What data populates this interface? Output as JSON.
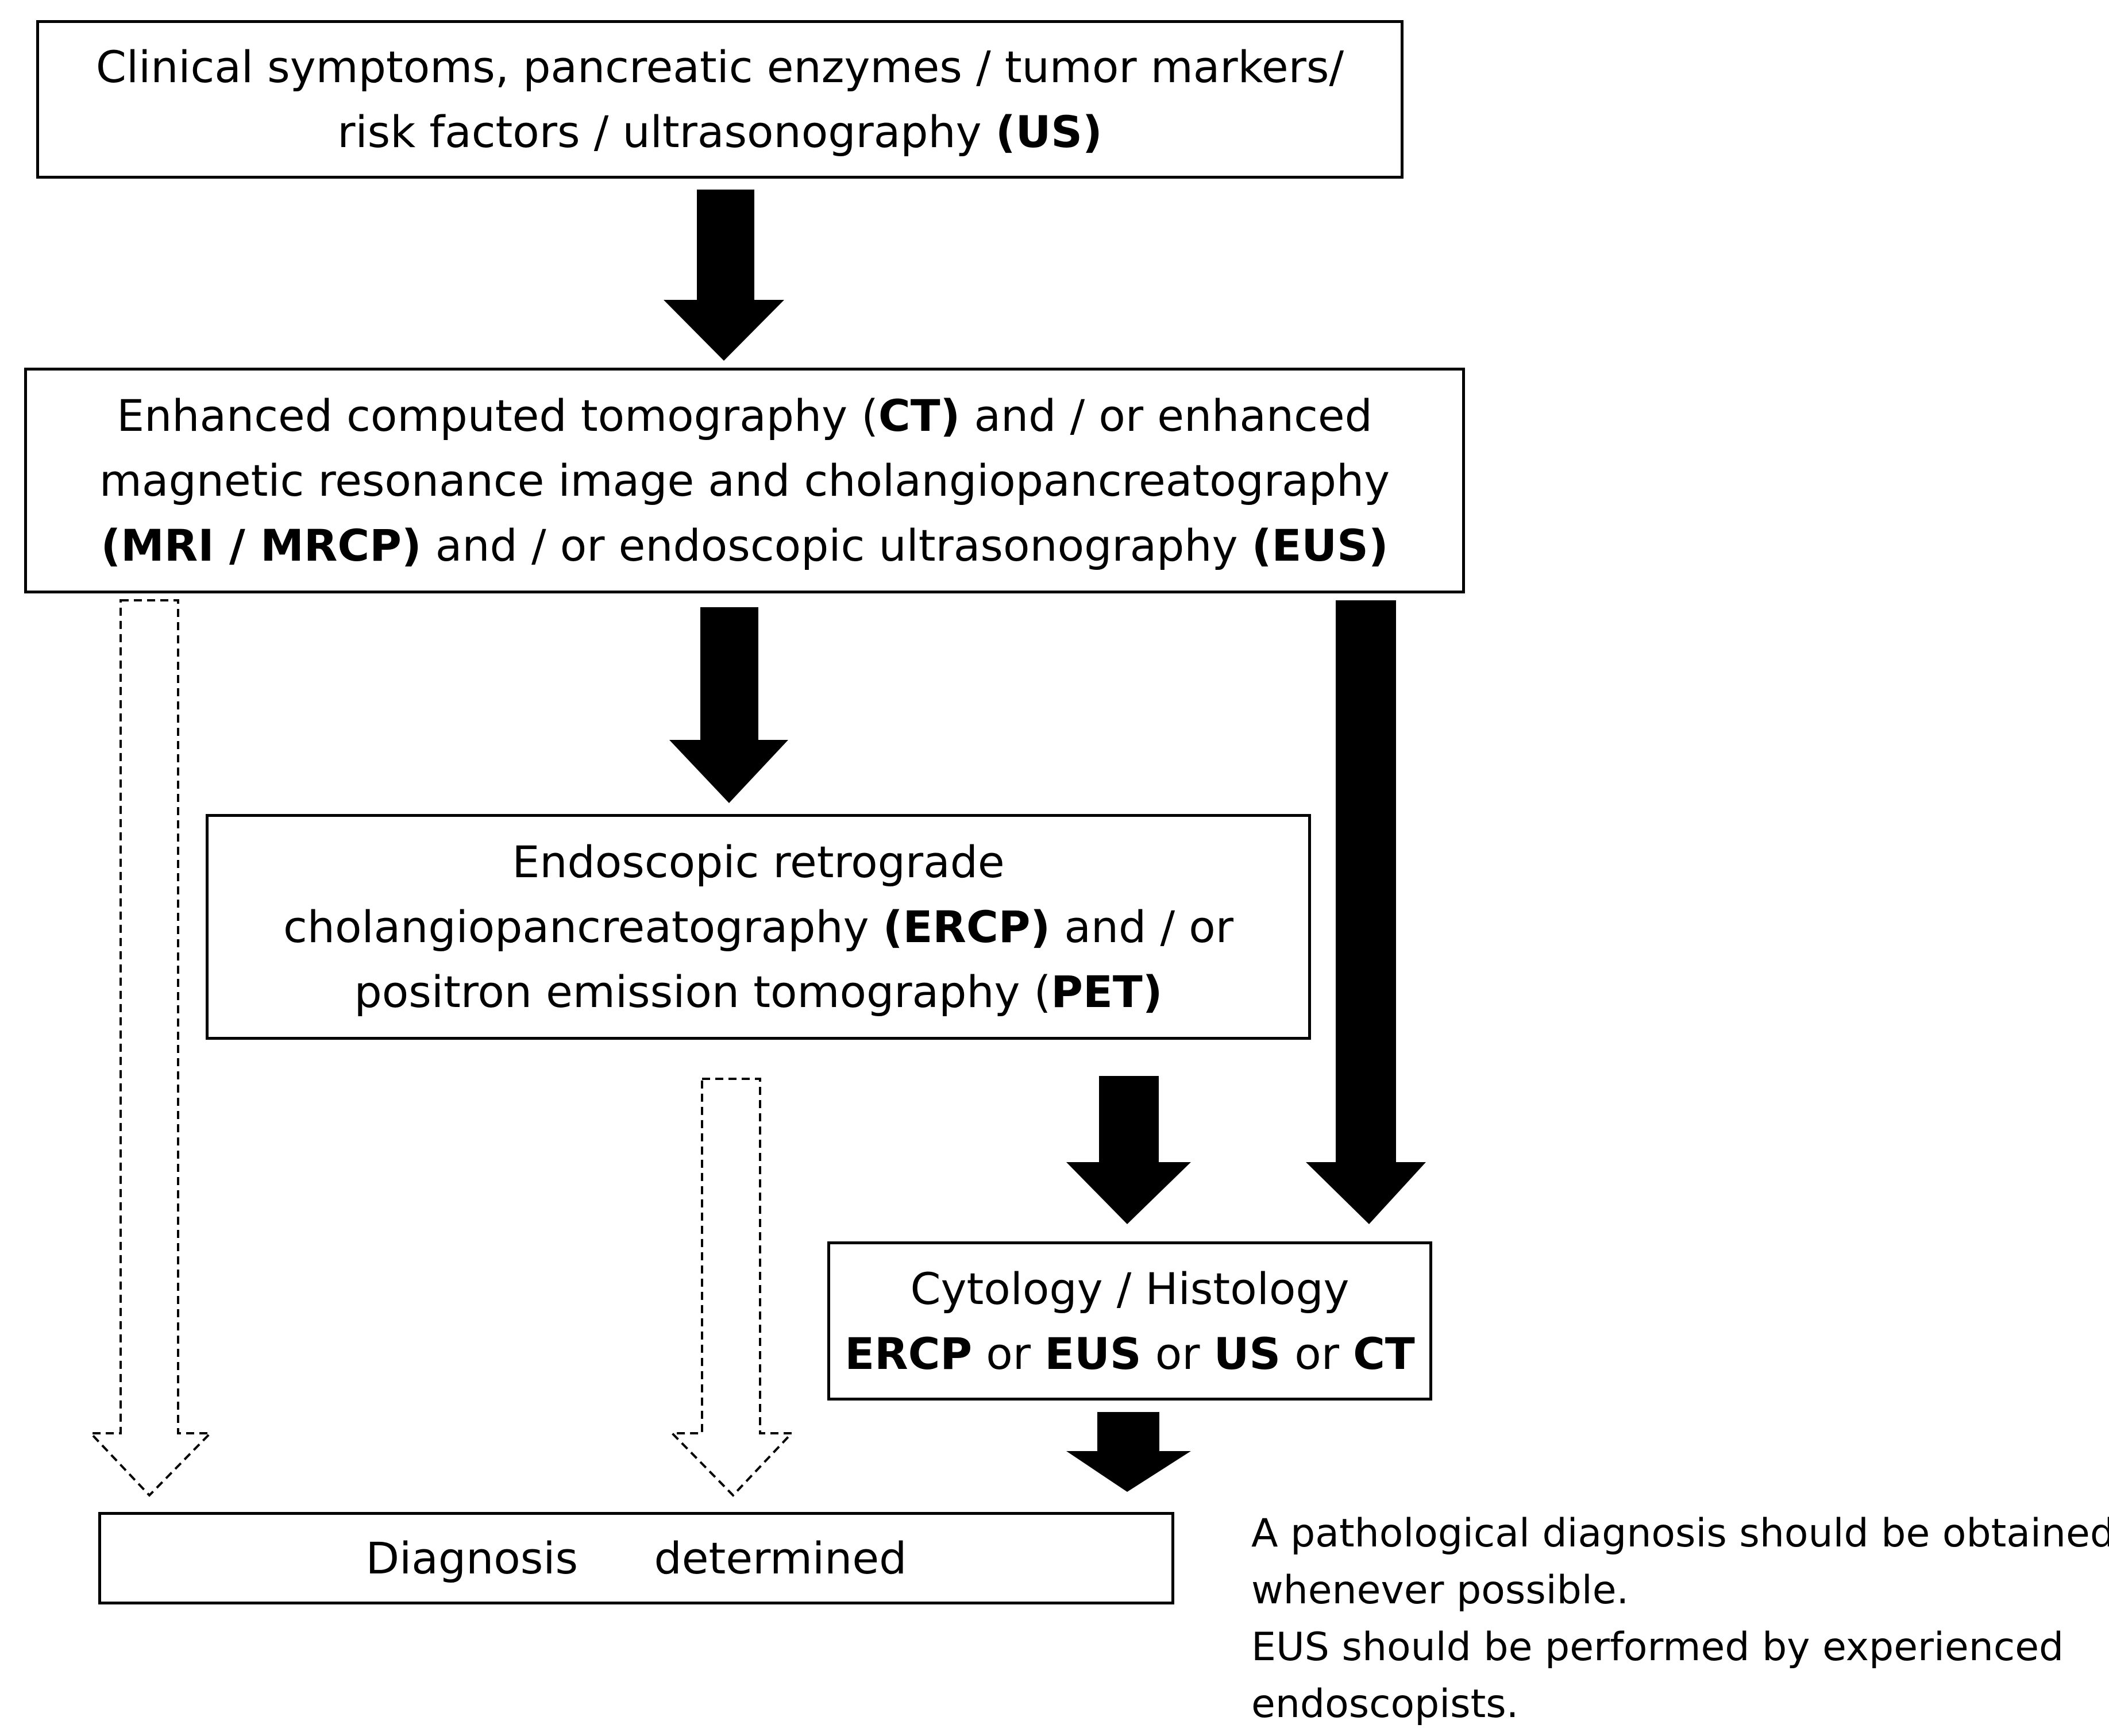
{
  "boxes": {
    "screening": {
      "line1": "Clinical symptoms, pancreatic enzymes / tumor markers/",
      "line2_text": "risk factors / ultrasonography ",
      "line2_bold": "(US)"
    },
    "imaging": {
      "line1_a": "Enhanced computed tomography (",
      "line1_b": "CT)",
      "line1_c": " and  / or  enhanced",
      "line2": "magnetic resonance image and cholangiopancreatography",
      "line3_a": "(MRI / MRCP)",
      "line3_b": " and / or endoscopic ultrasonography ",
      "line3_c": "(EUS)"
    },
    "ercp_pet": {
      "line1": "Endoscopic retrograde",
      "line2_a": "cholangiopancreatography ",
      "line2_b": "(ERCP)",
      "line2_c": " and / or",
      "line3_a": "positron emission tomography (",
      "line3_b": "PET)"
    },
    "cytology": {
      "line1": "Cytology / Histology",
      "m1": "ERCP",
      "s1": " or ",
      "m2": "EUS",
      "s2": " or ",
      "m3": "US",
      "s3": " or ",
      "m4": "CT"
    },
    "diagnosis": {
      "label": "Diagnosis   determined"
    }
  },
  "note": {
    "line1": "A pathological diagnosis should be obtained",
    "line2": "whenever possible.",
    "line3": "EUS should be performed by experienced",
    "line4": "endoscopists."
  },
  "arrow_styles": {
    "solid": "#000000",
    "dashed_outline": "#000000"
  }
}
